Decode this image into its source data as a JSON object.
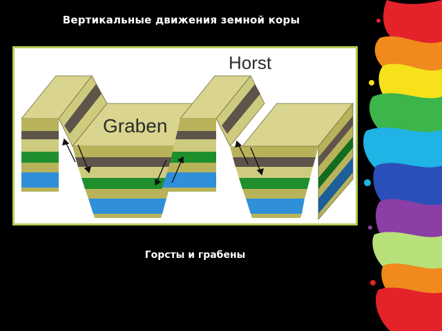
{
  "slide": {
    "title": "Вертикальные движения земной коры",
    "caption": "Горсты и грабены"
  },
  "diagram": {
    "label_horst": "Horst",
    "label_graben": "Graben",
    "colors": {
      "tan": "#b8b35a",
      "tan_light": "#cfcb7e",
      "tan_top": "#d9d58e",
      "brown": "#5e544a",
      "green": "#1f8f2e",
      "green_dark": "#136b1f",
      "blue": "#2f8fd8",
      "blue_dark": "#1d5f9a",
      "frame_border": "#b5cc55"
    }
  }
}
